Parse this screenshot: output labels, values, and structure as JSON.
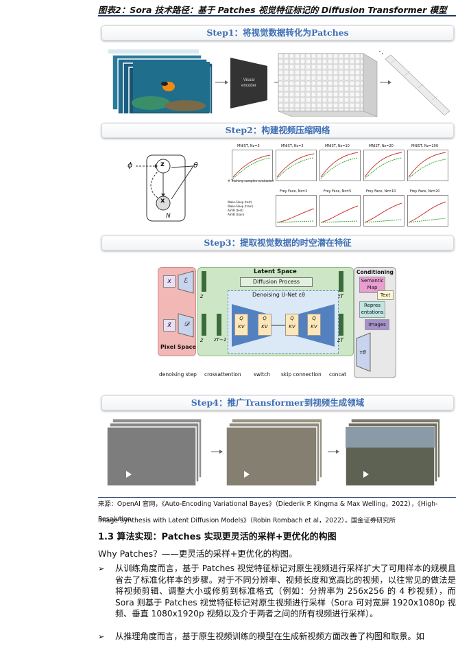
{
  "figure": {
    "title": "图表2：Sora 技术路径：基于 Patches 视觉特征标记的 Diffusion Transformer 模型"
  },
  "steps": [
    {
      "label": "Step1：将视觉数据转化为Patches"
    },
    {
      "label": "Step2：构建视频压缩网络"
    },
    {
      "label": "Step3：提取视觉数据的时空潜在特征"
    },
    {
      "label": "Step4：推广Transformer到视频生成领域"
    }
  ],
  "step1": {
    "encoder_label": "Visual\nencoder"
  },
  "step2": {
    "graph": {
      "phi": "ϕ",
      "z": "z",
      "x": "x",
      "theta": "θ",
      "plate": "N"
    },
    "top_plots": [
      "MNIST, Nz=3",
      "MNIST, Nz=5",
      "MNIST, Nz=10",
      "MNIST, Nz=20",
      "MNIST, Nz=200"
    ],
    "bottom_plots": [
      "Frey Face, Nz=2",
      "Frey Face, Nz=5",
      "Frey Face, Nz=10",
      "Frey Face, Nz=20"
    ],
    "legend": [
      "Wake-Sleep (test)",
      "Wake-Sleep (train)",
      "AEVB (test)",
      "AEVB (train)"
    ],
    "xlabel": "# Training samples evaluated"
  },
  "step3": {
    "latent_space": "Latent Space",
    "diffusion_process": "Diffusion Process",
    "denoising_unet": "Denoising U-Net εθ",
    "pixel_space": "Pixel Space",
    "conditioning": "Conditioning",
    "cond_items": [
      "Semantic Map",
      "Text",
      "Repres entations",
      "Images"
    ],
    "x": "x",
    "x_tilde": "x̃",
    "enc": "ℰ",
    "dec": "𝒟",
    "z": "z",
    "zT": "zT",
    "zT1": "zT−1",
    "tau": "τθ",
    "qkv": [
      "Q\nKV",
      "Q\nKV",
      "Q\nKV",
      "Q\nKV"
    ],
    "legend": [
      "denoising step",
      "crossattention",
      "switch",
      "skip connection",
      "concat"
    ]
  },
  "source": {
    "line1": "来源：OpenAI 官网，《Auto-Encoding Variational Bayes》（Diederik P. Kingma & Max Welling，2022），《High-Resolution",
    "line2": "Image Synthesis with Latent Diffusion Models》（Robin Rombach et al，2022），国金证券研究所"
  },
  "section": {
    "heading": "1.3 算法实现：Patches 实现更灵活的采样+更优化的构图",
    "why": "Why Patches？——更灵活的采样+更优化的构图。",
    "bullets": [
      "从训练角度而言，基于 Patches 视觉特征标记对原生视频进行采样扩大了可用样本的规模且省去了标准化样本的步骤。对于不同分辨率、视频长度和宽高比的视频，以往常见的做法是将视频剪辑、调整大小或修剪到标准格式（例如：分辨率为 256x256 的 4 秒视频），而 Sora 则基于 Patches 视觉特征标记对原生视频进行采样（Sora 可对宽屏 1920x1080p 视频、垂直 1080x1920p 视频以及介于两者之间的所有视频进行采样）。",
      "从推理角度而言，基于原生视频训练的模型在生成新视频方面改善了构图和取景。如"
    ],
    "bullet_marker": "➢"
  },
  "colors": {
    "accent": "#3e6fb5",
    "rule": "#1f3a6b",
    "pixel_space": "#f2b8b5",
    "latent_space": "#cde7c6",
    "unet": "#dbe8f6",
    "qkv": "#fde7b8",
    "conditioning": "#e8e8e8"
  }
}
